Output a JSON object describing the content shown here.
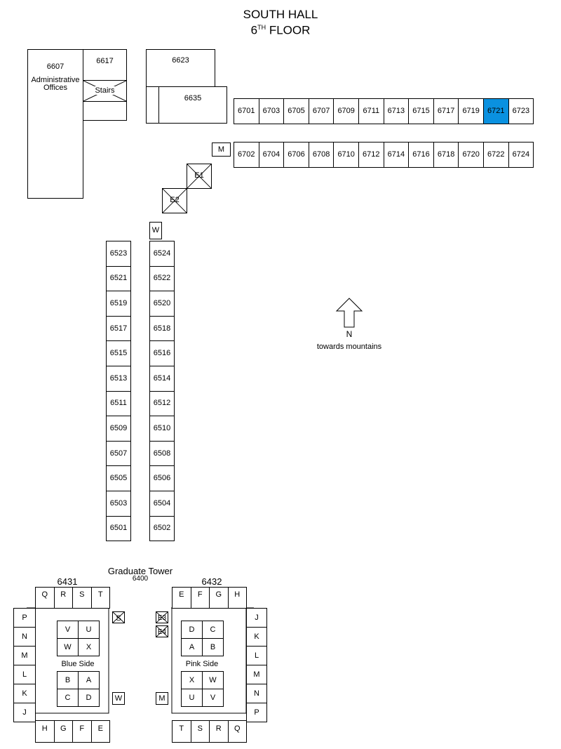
{
  "title": {
    "line1": "SOUTH HALL",
    "floor_num": "6",
    "floor_sup": "TH",
    "floor_word": "FLOOR"
  },
  "highlight_color": "#0a91e0",
  "highlighted_room": "6721",
  "admin": {
    "number": "6607",
    "label_line1": "Administrative",
    "label_line2": "Offices"
  },
  "rooms_misc": {
    "r6617": "6617",
    "stairs": "Stairs",
    "r6623": "6623",
    "r6635": "6635"
  },
  "row_odd_67": [
    "6701",
    "6703",
    "6705",
    "6707",
    "6709",
    "6711",
    "6713",
    "6715",
    "6717",
    "6719",
    "6721",
    "6723"
  ],
  "row_even_67": [
    "6702",
    "6704",
    "6706",
    "6708",
    "6710",
    "6712",
    "6714",
    "6716",
    "6718",
    "6720",
    "6722",
    "6724"
  ],
  "col_odd_65": [
    "6523",
    "6521",
    "6519",
    "6517",
    "6515",
    "6513",
    "6511",
    "6509",
    "6507",
    "6505",
    "6503",
    "6501"
  ],
  "col_even_65": [
    "6524",
    "6522",
    "6520",
    "6518",
    "6516",
    "6514",
    "6512",
    "6510",
    "6508",
    "6506",
    "6504",
    "6502"
  ],
  "markers": {
    "m": "M",
    "e1": "E1",
    "e2": "E2",
    "w": "W"
  },
  "compass": {
    "letter": "N",
    "caption": "towards mountains"
  },
  "tower": {
    "title": "Graduate Tower",
    "number": "6400",
    "left_label": "6431",
    "right_label": "6432",
    "left_top": [
      "Q",
      "R",
      "S",
      "T"
    ],
    "left_side": [
      "P",
      "N",
      "M",
      "L",
      "K",
      "J"
    ],
    "left_bottom": [
      "H",
      "G",
      "F",
      "E"
    ],
    "left_grid_top": [
      "V",
      "U",
      "W",
      "X"
    ],
    "left_grid_bottom": [
      "B",
      "A",
      "C",
      "D"
    ],
    "left_caption": "Blue Side",
    "right_top": [
      "E",
      "F",
      "G",
      "H"
    ],
    "right_side": [
      "J",
      "K",
      "L",
      "M",
      "N",
      "P"
    ],
    "right_bottom": [
      "T",
      "S",
      "R",
      "Q"
    ],
    "right_grid_top": [
      "D",
      "C",
      "A",
      "B"
    ],
    "right_grid_bottom": [
      "X",
      "W",
      "U",
      "V"
    ],
    "right_caption": "Pink Side",
    "s_marker": "S",
    "e3": "E3",
    "e4": "E4",
    "w_marker": "W",
    "m_marker": "M"
  }
}
